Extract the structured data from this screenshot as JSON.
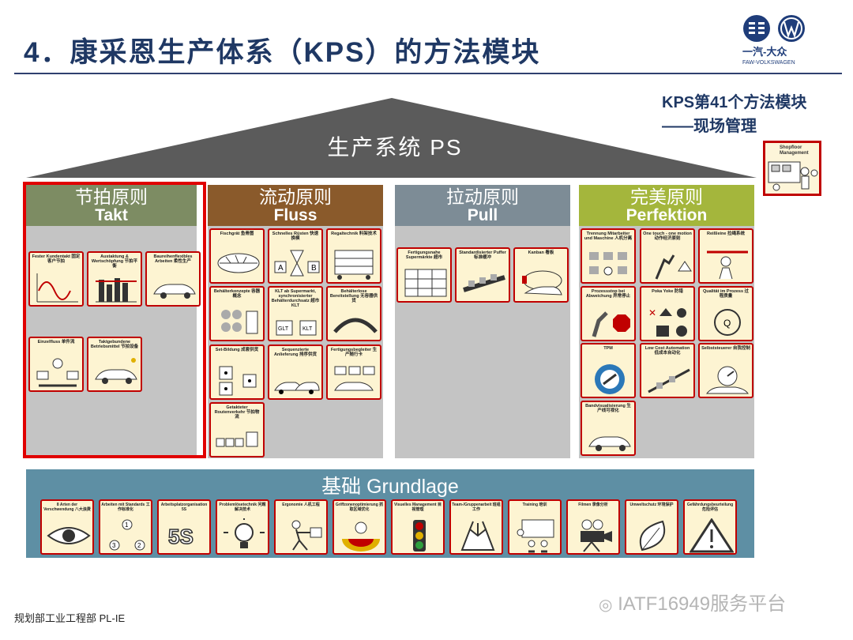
{
  "header": {
    "title": "4．康采恩生产体系（KPS）的方法模块",
    "logo_text": "一汽-大众",
    "logo_sub": "FAW-VOLKSWAGEN"
  },
  "roof": {
    "label": "生产系统 PS"
  },
  "note": {
    "line1": "KPS第41个方法模块",
    "line2": "——现场管理"
  },
  "shopfloor_card": {
    "label": "Shopfloor Management"
  },
  "columns": [
    {
      "cn": "节拍原则",
      "en": "Takt",
      "color": "#7d8c63",
      "cards": [
        "Fester Kundentakt 固定客户节拍",
        "Austaktung & Wertschöpfung 节拍平衡",
        "Baureihenflexibles Arbeiten 柔性生产",
        "Einzelfluss 单件流",
        "Taktgebundene Betriebsmittel 节拍设备"
      ]
    },
    {
      "cn": "流动原则",
      "en": "Fluss",
      "color": "#8a5a2b",
      "cards": [
        "Fischgrät 鱼骨图",
        "Schnelles Rüsten 快速换模",
        "Regaltechnik 料架技术",
        "Behälterkonzepte 容器概念",
        "KLT ab Supermarkt, synchronisierter Behälterdurchsatz 超市KLT",
        "Behälterlose Bereitstellung 无容器供货",
        "Set-Bildung 成套供货",
        "Sequenzierte Anlieferung 排序供货",
        "Fertigungsbegleiter 生产随行卡",
        "Getakteter Routenverkehr 节拍物流"
      ]
    },
    {
      "cn": "拉动原则",
      "en": "Pull",
      "color": "#7d8c96",
      "cards": [
        "Fertigungsnahe Supermärkte 超市",
        "Standardisierter Puffer 标准缓冲",
        "Kanban 看板"
      ]
    },
    {
      "cn": "完美原则",
      "en": "Perfektion",
      "color": "#a4b63c",
      "cards": [
        "Trennung Mitarbeiter und Maschine 人机分离",
        "One touch - one motion 动作经济原则",
        "Reißleine 拉绳系统",
        "Prozessstop bei Abweichung 异常停止",
        "Poka Yoke 防错",
        "Qualität im Prozess 过程质量",
        "TPM",
        "Low Cost Automation 低成本自动化",
        "Selbststeuerer 自我控制",
        "Bandvisualisierung 生产线可视化"
      ]
    }
  ],
  "base": {
    "label": "基础 Grundlage",
    "cards": [
      "8 Arten der Verschwendung 八大浪费",
      "Arbeiten mit Standards 工作标准化",
      "Arbeitsplatzorganisation 5S",
      "Problemlösetechnik 问题解决技术",
      "Ergonomie 人机工程",
      "Griffzonenoptimierung 抓取区域优化",
      "Visuelles Management 目视管理",
      "Team-/Gruppenarbeit 班组工作",
      "Training 培训",
      "Filmen 录像分析",
      "Umweltschutz 环境保护",
      "Gefährdungsbeurteilung 危险评估"
    ],
    "five_s": "5S"
  },
  "footer": {
    "text": "规划部工业工程部 PL-IE"
  },
  "watermark": {
    "text": "IATF16949服务平台"
  }
}
